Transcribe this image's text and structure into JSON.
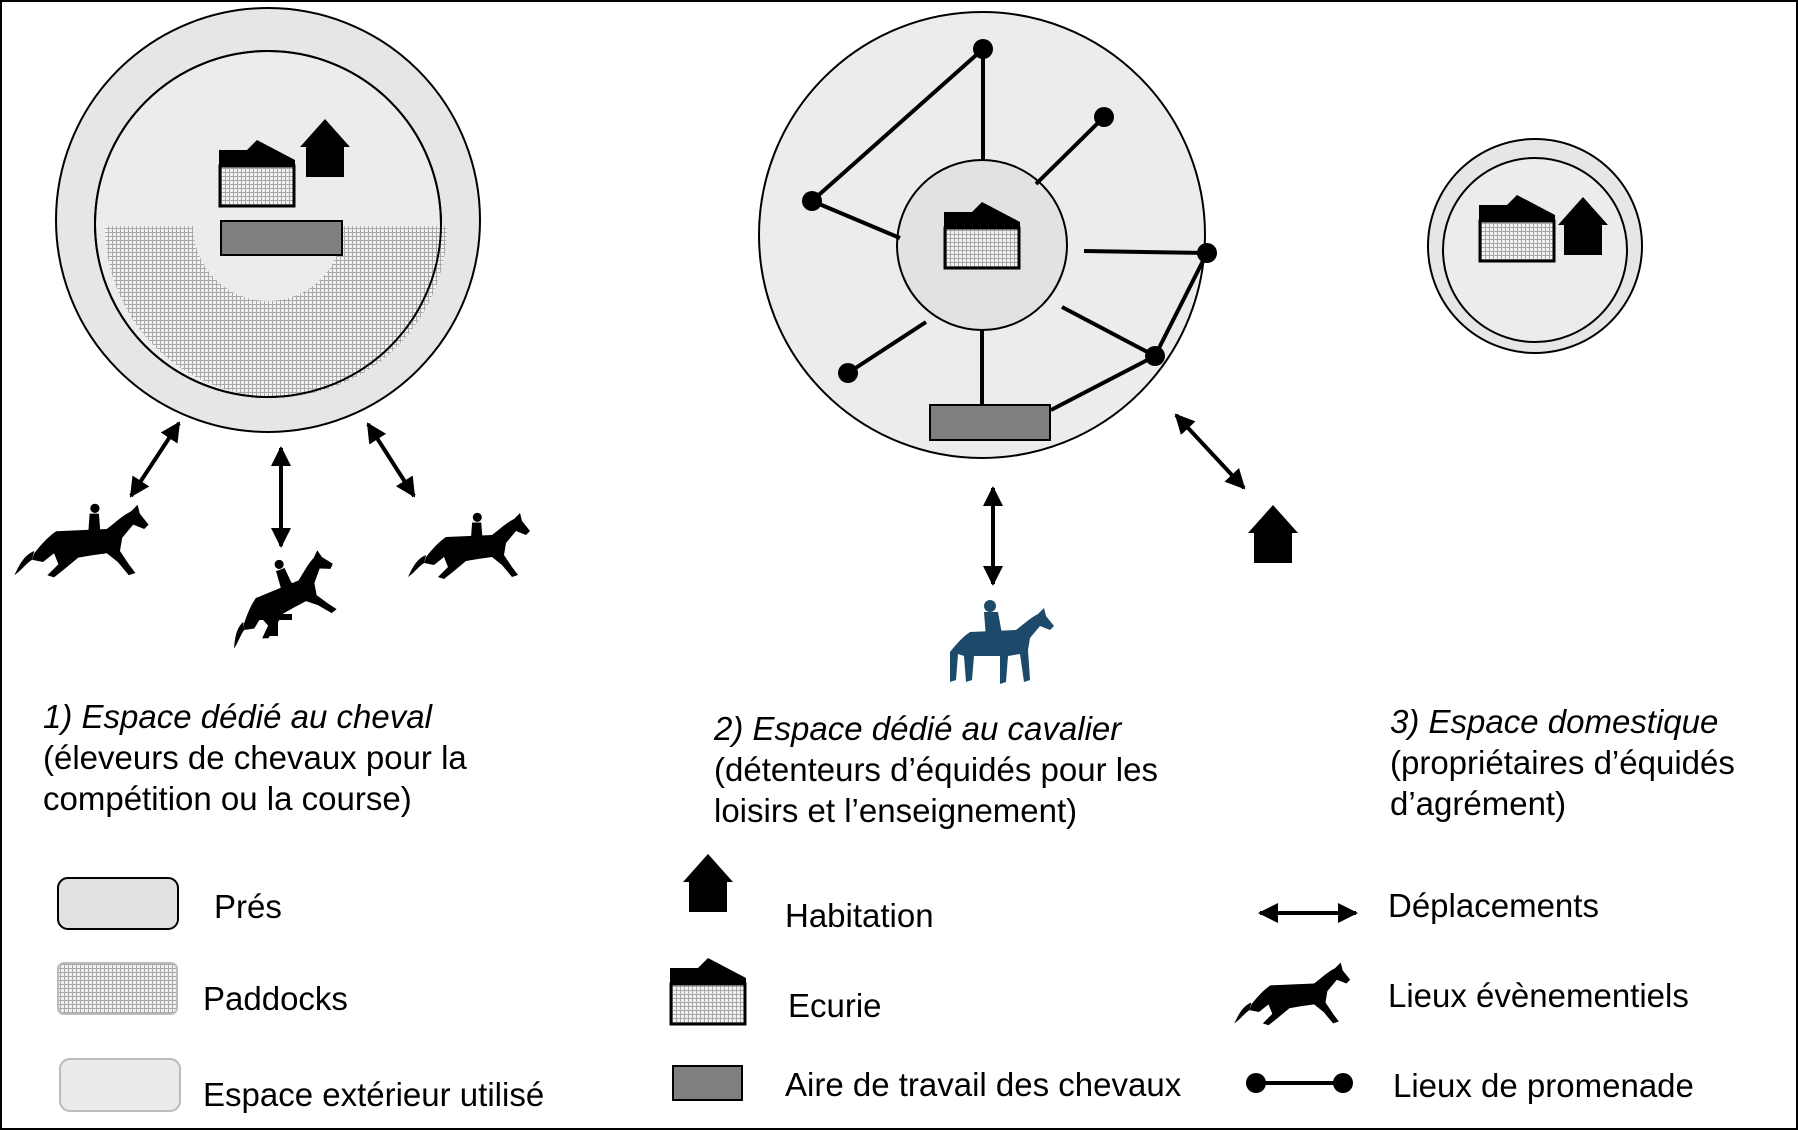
{
  "sections": [
    {
      "title": "1) Espace dédié au cheval",
      "description_lines": [
        "(éleveurs de chevaux pour la",
        "compétition ou la course)"
      ]
    },
    {
      "title": "2) Espace dédié au cavalier",
      "description_lines": [
        "(détenteurs d’équidés pour les",
        "loisirs et l’enseignement)"
      ]
    },
    {
      "title": "3) Espace domestique",
      "description_lines": [
        "(propriétaires d’équidés",
        "d’agrément)"
      ]
    }
  ],
  "legend": {
    "pres": "Prés",
    "paddocks": "Paddocks",
    "espace_exterieur": "Espace extérieur utilisé",
    "habitation": "Habitation",
    "ecurie": "Ecurie",
    "aire_travail": "Aire de travail des chevaux",
    "deplacements": "Déplacements",
    "lieux_evenementiels": "Lieux évènementiels",
    "lieux_promenade": "Lieux de promenade"
  },
  "colors": {
    "pres": "#e2e2e2",
    "paddocks": "#cfcfcf",
    "espace_exterieur": "#ebebeb",
    "aire_travail": "#7f7f7f",
    "rider_blue": "#1d4a6a"
  },
  "icons": [
    "house-icon",
    "stable-icon",
    "work-area-icon",
    "double-arrow-icon",
    "horse-silhouette-icon",
    "walk-route-icon",
    "rider-icon"
  ]
}
